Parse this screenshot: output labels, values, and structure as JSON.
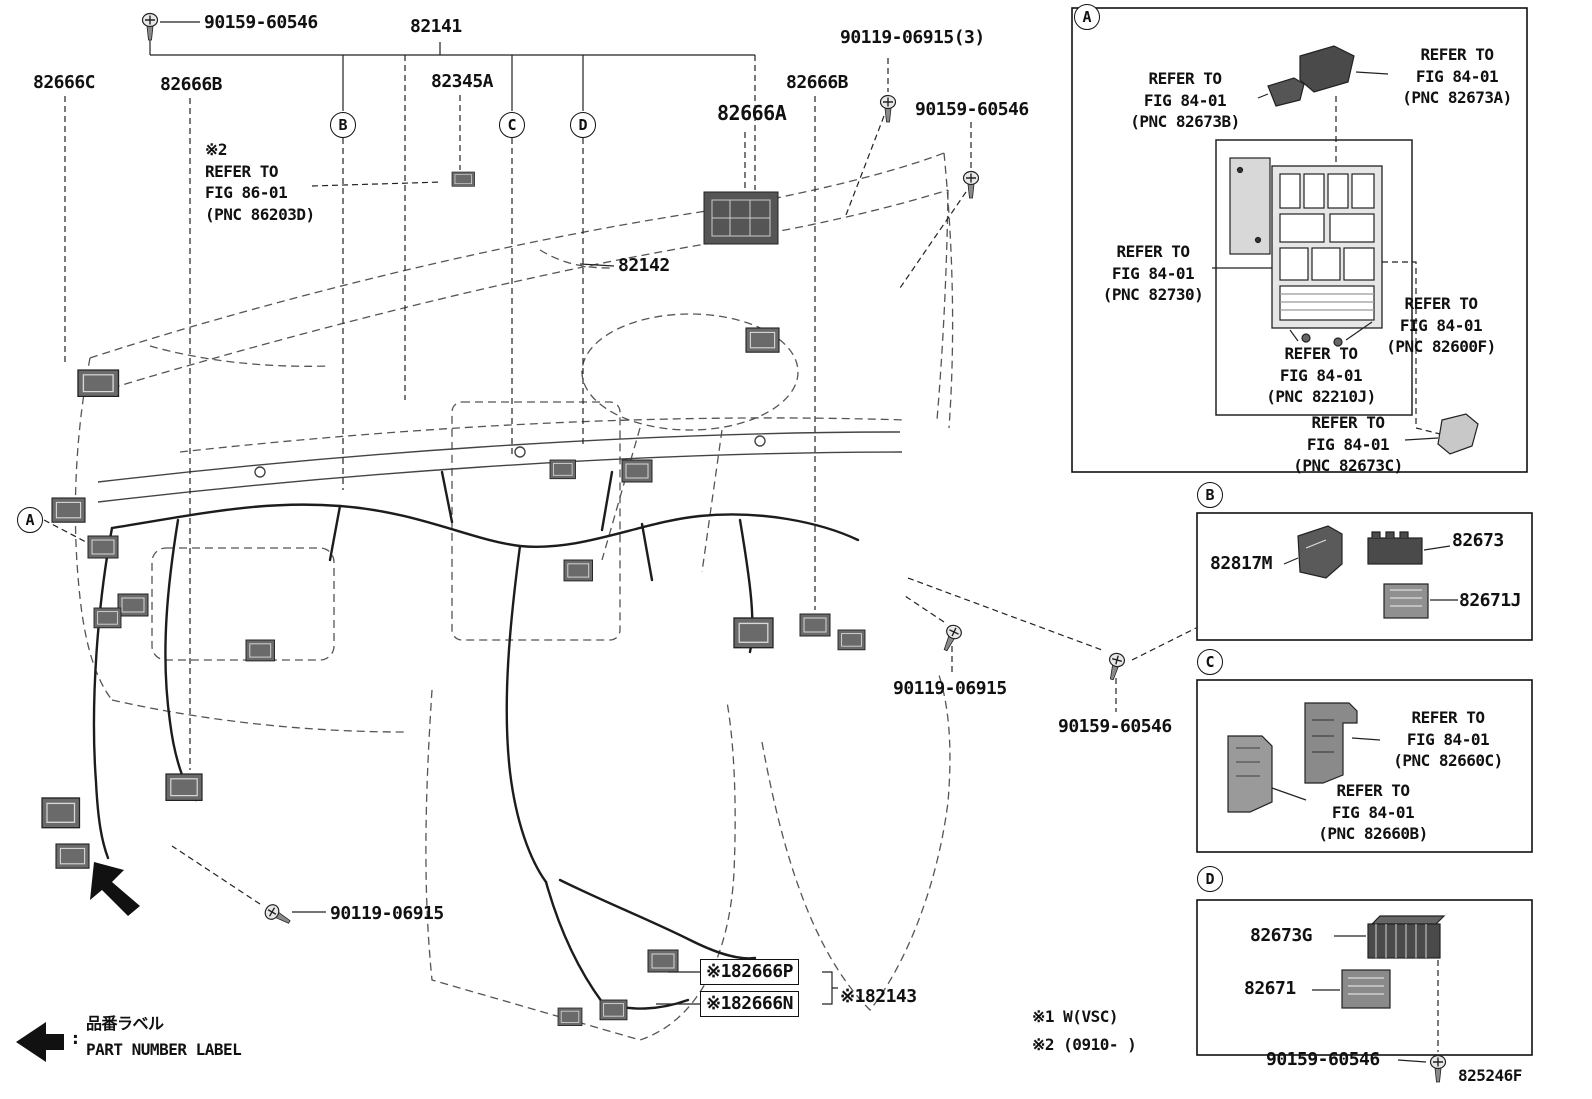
{
  "diagram": {
    "code": "825246F",
    "legend": {
      "colon": ":",
      "jp": "品番ラベル",
      "en": "PART NUMBER LABEL"
    },
    "notes": {
      "note1": "※1 W(VSC)",
      "note2": "※2 (0910-      )"
    },
    "sections": {
      "a": "A",
      "b": "B",
      "c": "C",
      "d": "D"
    }
  },
  "main": {
    "labels": {
      "screw_tl": "90159-60546",
      "p82141": "82141",
      "p82666C": "82666C",
      "p82666B_left": "82666B",
      "p82345A": "82345A",
      "p82666B_right": "82666B",
      "p82666A": "82666A",
      "bolt_3x": "90119-06915(3)",
      "screw_tr": "90159-60546",
      "p82142": "82142",
      "bolt_right": "90119-06915",
      "screw_mid": "90159-60546",
      "bolt_bottom": "90119-06915",
      "p82666P": "※182666P",
      "p82666N": "※182666N",
      "p82143": "※182143",
      "note2_ref": "※2\nREFER TO\nFIG 86-01\n(PNC 86203D)"
    }
  },
  "panel_a": {
    "ref_82673B": "REFER TO\nFIG 84-01\n(PNC 82673B)",
    "ref_82673A": "REFER TO\nFIG 84-01\n(PNC 82673A)",
    "ref_82730": "REFER TO\nFIG 84-01\n(PNC 82730)",
    "ref_82600F": "REFER TO\nFIG 84-01\n(PNC 82600F)",
    "ref_82210J": "REFER TO\nFIG 84-01\n(PNC 82210J)",
    "ref_82673C": "REFER TO\nFIG 84-01\n(PNC 82673C)"
  },
  "panel_b": {
    "p82817M": "82817M",
    "p82673": "82673",
    "p82671J": "82671J"
  },
  "panel_c": {
    "ref_82660C": "REFER TO\nFIG 84-01\n(PNC 82660C)",
    "ref_82660B": "REFER TO\nFIG 84-01\n(PNC 82660B)"
  },
  "panel_d": {
    "p82673G": "82673G",
    "p82671": "82671",
    "screw_br": "90159-60546"
  }
}
